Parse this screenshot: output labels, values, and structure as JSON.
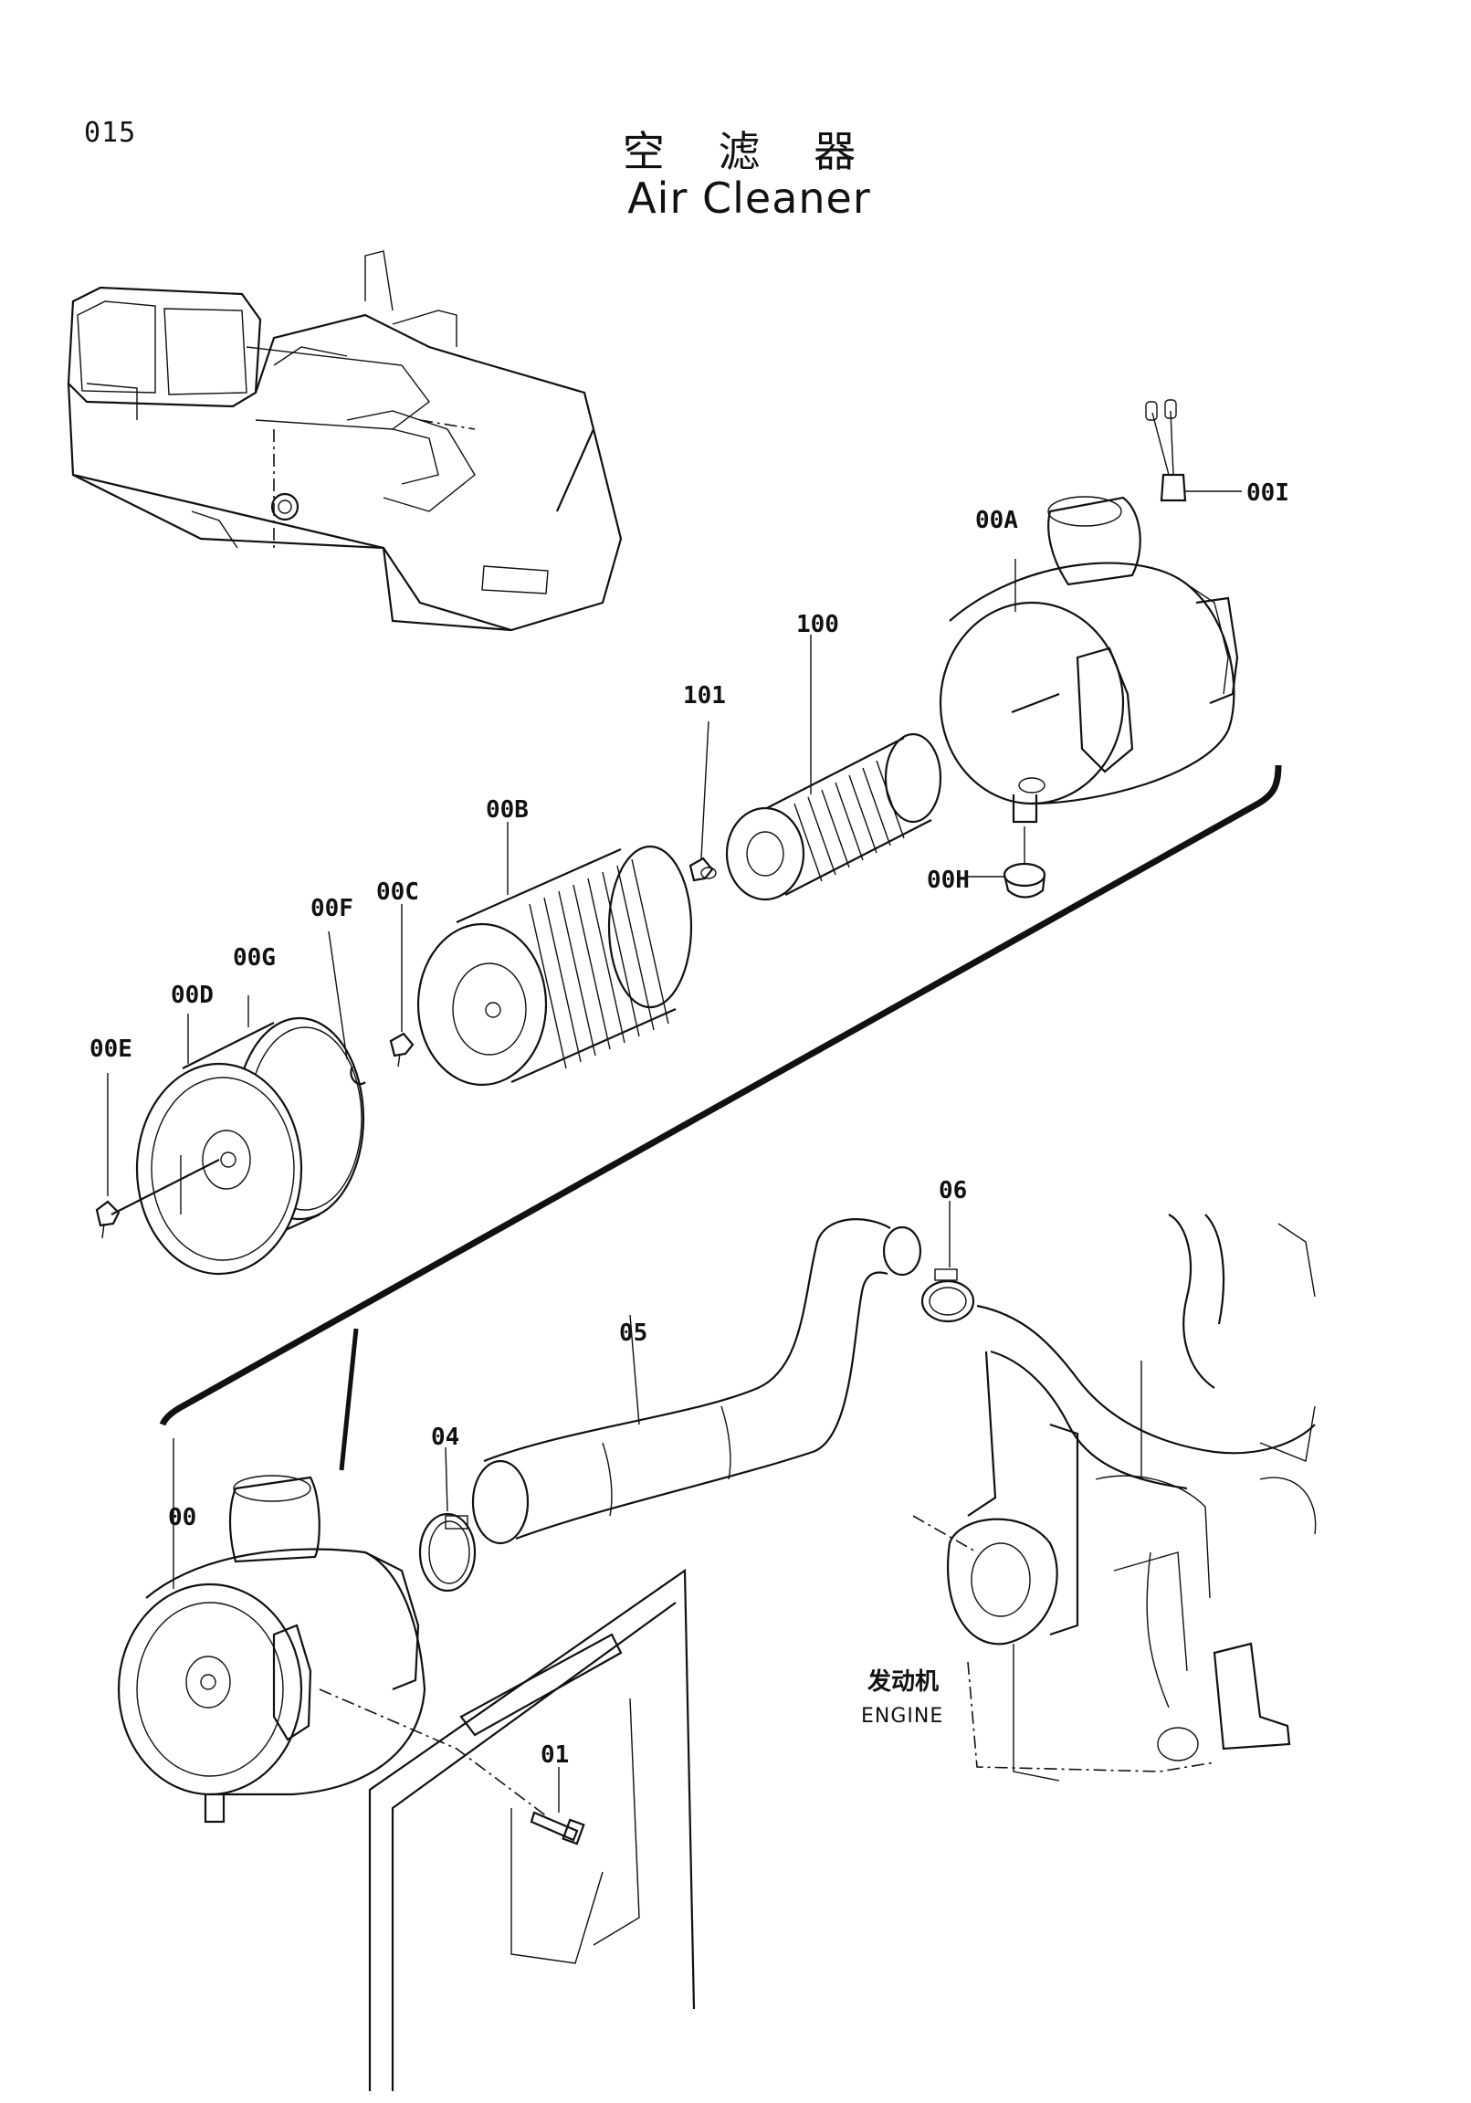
{
  "page": {
    "number": "015"
  },
  "title": {
    "chinese": "空 滤 器",
    "english": "Air Cleaner"
  },
  "engine_label": {
    "chinese": "发动机",
    "english": "ENGINE"
  },
  "parts": [
    {
      "id": "00I"
    },
    {
      "id": "00A"
    },
    {
      "id": "100"
    },
    {
      "id": "101"
    },
    {
      "id": "00B"
    },
    {
      "id": "00H"
    },
    {
      "id": "00C"
    },
    {
      "id": "00F"
    },
    {
      "id": "00G"
    },
    {
      "id": "00D"
    },
    {
      "id": "00E"
    },
    {
      "id": "06"
    },
    {
      "id": "05"
    },
    {
      "id": "04"
    },
    {
      "id": "00"
    },
    {
      "id": "01"
    }
  ]
}
